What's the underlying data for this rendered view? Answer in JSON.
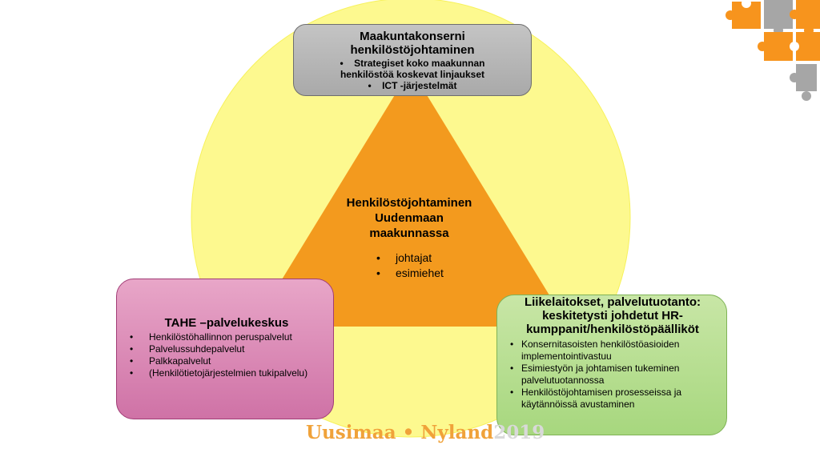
{
  "top_box": {
    "title_line1": "Maakuntakonserni",
    "title_line2": "henkilöstöjohtaminen",
    "bullets": [
      "Strategiset koko maakunnan",
      "henkilöstöä koskevat linjaukset",
      "ICT -järjestelmät"
    ]
  },
  "center": {
    "title_line1": "Henkilöstöjohtaminen",
    "title_line2": "Uudenmaan",
    "title_line3": "maakunnassa",
    "bullets": [
      "johtajat",
      "esimiehet"
    ]
  },
  "left_box": {
    "title": "TAHE –palvelukeskus",
    "bullets": [
      "Henkilöstöhallinnon peruspalvelut",
      "Palvelussuhdepalvelut",
      "Palkkapalvelut",
      "(Henkilötietojärjestelmien tukipalvelu)"
    ]
  },
  "right_box": {
    "title_line1": "Liikelaitokset, palvelutuotanto:",
    "title_line2": "keskitetysti johdetut HR-",
    "title_line3": "kumppanit/henkilöstöpäälliköt",
    "bullets_line1": "Konsernitasoisten henkilöstöasioiden",
    "bullets_line1b": "implementointivastuu",
    "bullets_line2": "Esimiestyön ja johtamisen tukeminen",
    "bullets_line2b": "palvelutuotannossa",
    "bullets_line3": "Henkilöstöjohtamisen prosesseissa ja",
    "bullets_line3b": "käytännöissä avustaminen"
  },
  "branding": {
    "part1": "Uusimaa",
    "separator": "•",
    "part2": "Nyland",
    "year": "2019"
  },
  "colors": {
    "circle": "#fdf98f",
    "triangle": "#f39a1e",
    "brand_orange": "#f0a23a",
    "puzzle_orange": "#f7941d",
    "puzzle_gray": "#a6a6a6"
  }
}
